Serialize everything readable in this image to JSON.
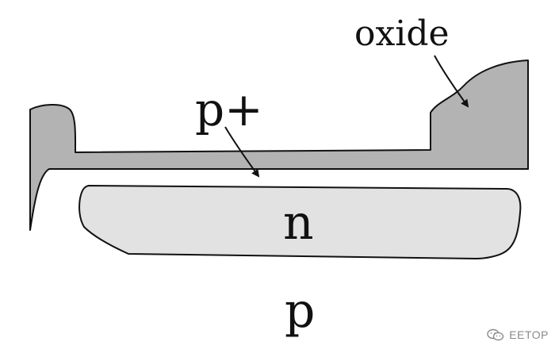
{
  "labels": {
    "oxide": "oxide",
    "p_plus": "p+",
    "n": "n",
    "p": "p"
  },
  "watermark": {
    "text": "EETOP",
    "icon": "wechat-icon"
  },
  "colors": {
    "oxide": "#b3b3b3",
    "n_region": "#e2e2e2",
    "outline": "#111111",
    "background": "#ffffff"
  }
}
